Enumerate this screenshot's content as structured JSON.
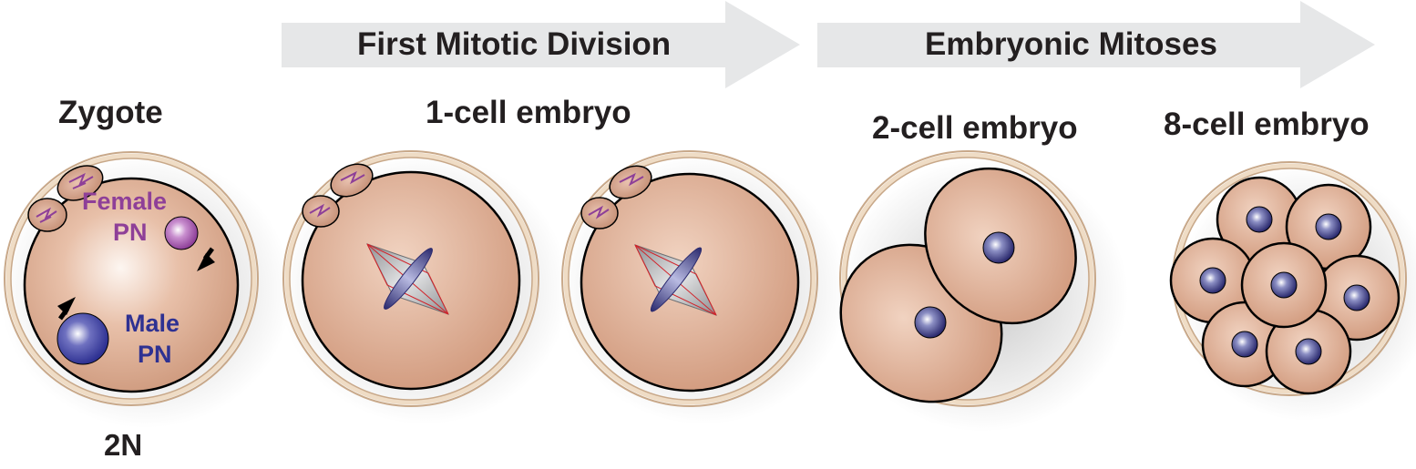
{
  "arrows": {
    "first": "First Mitotic Division",
    "second": "Embryonic Mitoses"
  },
  "stages": {
    "zygote": "Zygote",
    "one_cell": "1-cell embryo",
    "two_cell": "2-cell embryo",
    "eight_cell": "8-cell embryo"
  },
  "zygote": {
    "female_pn_line1": "Female",
    "female_pn_line2": "PN",
    "male_pn_line1": "Male",
    "male_pn_line2": "PN",
    "ploidy": "2N"
  },
  "colors": {
    "cytoplasm": "#d9a78c",
    "zona": "#e6c9a8",
    "female": "#8e3f98",
    "male": "#2e3192",
    "arrow": "#e6e7e8",
    "spindle_fiber": "#d2232a"
  }
}
